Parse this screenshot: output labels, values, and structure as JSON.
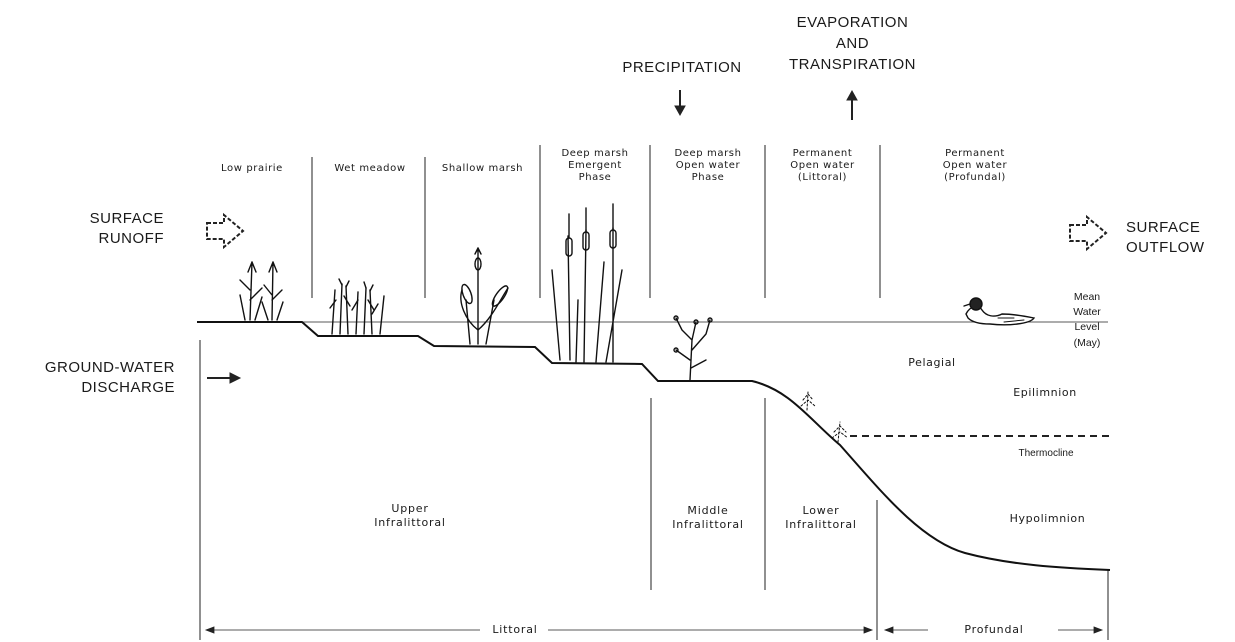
{
  "processes": {
    "evaporation": "EVAPORATION\nAND\nTRANSPIRATION",
    "precipitation": "PRECIPITATION",
    "surface_runoff": "SURFACE\nRUNOFF",
    "surface_outflow": "SURFACE\nOUTFLOW",
    "groundwater": "GROUND-WATER\nDISCHARGE"
  },
  "zones": [
    "Low prairie",
    "Wet meadow",
    "Shallow marsh",
    "Deep marsh\nEmergent\nPhase",
    "Deep marsh\nOpen water\nPhase",
    "Permanent\nOpen water\n(Littoral)",
    "Permanent\nOpen water\n(Profundal)"
  ],
  "water": {
    "mean_level": "Mean\nWater\nLevel\n(May)",
    "pelagial": "Pelagial",
    "epilimnion": "Epilimnion",
    "thermocline": "Thermocline",
    "hypolimnion": "Hypolimnion"
  },
  "infralittoral": {
    "upper": "Upper\nInfralittoral",
    "middle": "Middle\nInfralittoral",
    "lower": "Lower\nInfralittoral"
  },
  "regions": {
    "littoral": "Littoral",
    "profundal": "Profundal"
  }
}
